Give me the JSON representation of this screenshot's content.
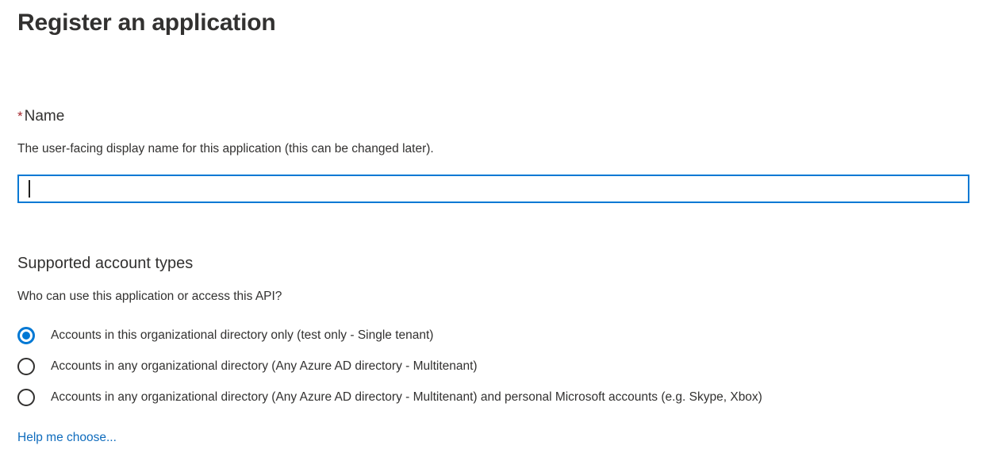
{
  "page": {
    "title": "Register an application"
  },
  "name_field": {
    "required_mark": "*",
    "label": "Name",
    "description": "The user-facing display name for this application (this can be changed later).",
    "value": "",
    "placeholder": "",
    "focused": true,
    "border_color": "#0078d4"
  },
  "account_types": {
    "heading": "Supported account types",
    "description": "Who can use this application or access this API?",
    "options": [
      {
        "label": "Accounts in this organizational directory only (test only - Single tenant)",
        "selected": true
      },
      {
        "label": "Accounts in any organizational directory (Any Azure AD directory - Multitenant)",
        "selected": false
      },
      {
        "label": "Accounts in any organizational directory (Any Azure AD directory - Multitenant) and personal Microsoft accounts (e.g. Skype, Xbox)",
        "selected": false
      }
    ],
    "help_link": "Help me choose..."
  },
  "colors": {
    "accent": "#0078d4",
    "link": "#0f6cbd",
    "required": "#a4262c",
    "text": "#323130",
    "background": "#ffffff"
  }
}
